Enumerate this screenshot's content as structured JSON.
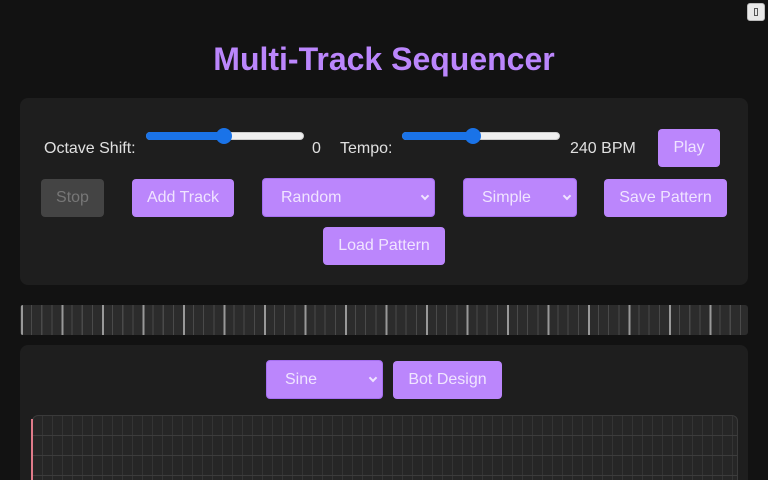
{
  "app": {
    "title": "Multi-Track Sequencer",
    "corner_button_icon": "fullscreen-icon",
    "accent_color": "#bb86fc"
  },
  "controls": {
    "octave": {
      "label": "Octave Shift:",
      "value": "0",
      "slider_percent": 50
    },
    "tempo": {
      "label": "Tempo:",
      "value": "240 BPM",
      "slider_percent": 45
    },
    "play_label": "Play",
    "stop_label": "Stop",
    "add_track_label": "Add Track",
    "pattern_select": {
      "selected": "Random"
    },
    "complexity_select": {
      "selected": "Simple"
    },
    "save_label": "Save Pattern",
    "load_label": "Load Pattern"
  },
  "timeline": {
    "minor_ticks": 72,
    "major_every": 4
  },
  "track": {
    "waveform_select": {
      "selected": "Sine"
    },
    "bot_design_label": "Bot Design"
  }
}
